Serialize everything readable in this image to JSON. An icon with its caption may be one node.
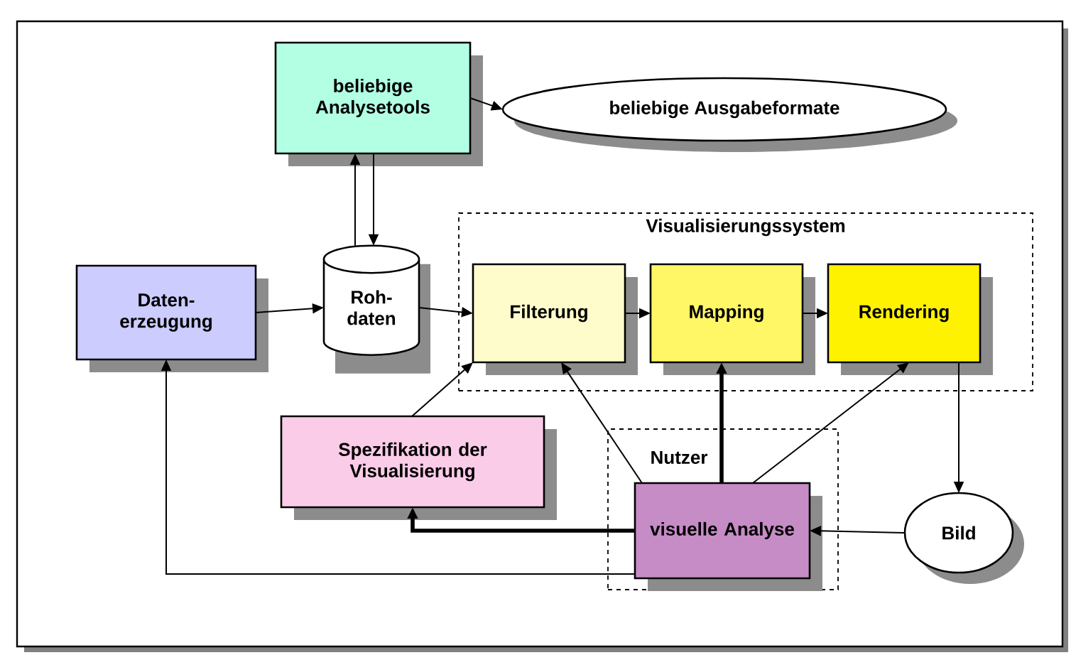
{
  "diagram": {
    "nodes": [
      {
        "text": [
          "beliebige Analysetools"
        ]
      },
      {
        "text": [
          "beliebige Ausgabeformate"
        ]
      },
      {
        "text": [
          "Visualisierungssystem"
        ]
      },
      {
        "text": [
          "Daten-erzeugung"
        ]
      },
      {
        "text": [
          "Roh-daten"
        ]
      },
      {
        "text": [
          "Filterung"
        ],
        "in": 2
      },
      {
        "text": [
          "Mapping"
        ],
        "in": 2
      },
      {
        "text": [
          "Rendering"
        ],
        "in": 2
      },
      {
        "text": [
          "Spezifikation der Visualisierung"
        ]
      },
      {
        "text": [
          "Nutzer"
        ]
      },
      {
        "text": [
          "visuelle Analyse"
        ],
        "in": 9
      },
      {
        "text": [
          "Bild"
        ]
      }
    ],
    "edges": [
      {
        "from": 0,
        "to": 1,
        "arrow": "to"
      },
      {
        "from": 4,
        "to": 0,
        "arrow": "to"
      },
      {
        "from": 0,
        "to": 4,
        "arrow": "to"
      },
      {
        "from": 3,
        "to": 4,
        "arrow": "to"
      },
      {
        "from": 4,
        "to": 5,
        "arrow": "to"
      },
      {
        "from": 5,
        "to": 6,
        "arrow": "to"
      },
      {
        "from": 6,
        "to": 7,
        "arrow": "to"
      },
      {
        "from": 8,
        "to": 5,
        "arrow": "to"
      },
      {
        "from": 10,
        "to": 5,
        "arrow": "to"
      },
      {
        "from": 10,
        "to": 6,
        "arrow": "to",
        "style": "thick"
      },
      {
        "from": 10,
        "to": 7,
        "arrow": "to"
      },
      {
        "from": 7,
        "to": 11,
        "arrow": "to"
      },
      {
        "from": 11,
        "to": 10,
        "arrow": "to"
      },
      {
        "from": 10,
        "to": 8,
        "arrow": "to",
        "style": "thick"
      },
      {
        "from": 10,
        "to": 3,
        "arrow": "to"
      }
    ]
  }
}
